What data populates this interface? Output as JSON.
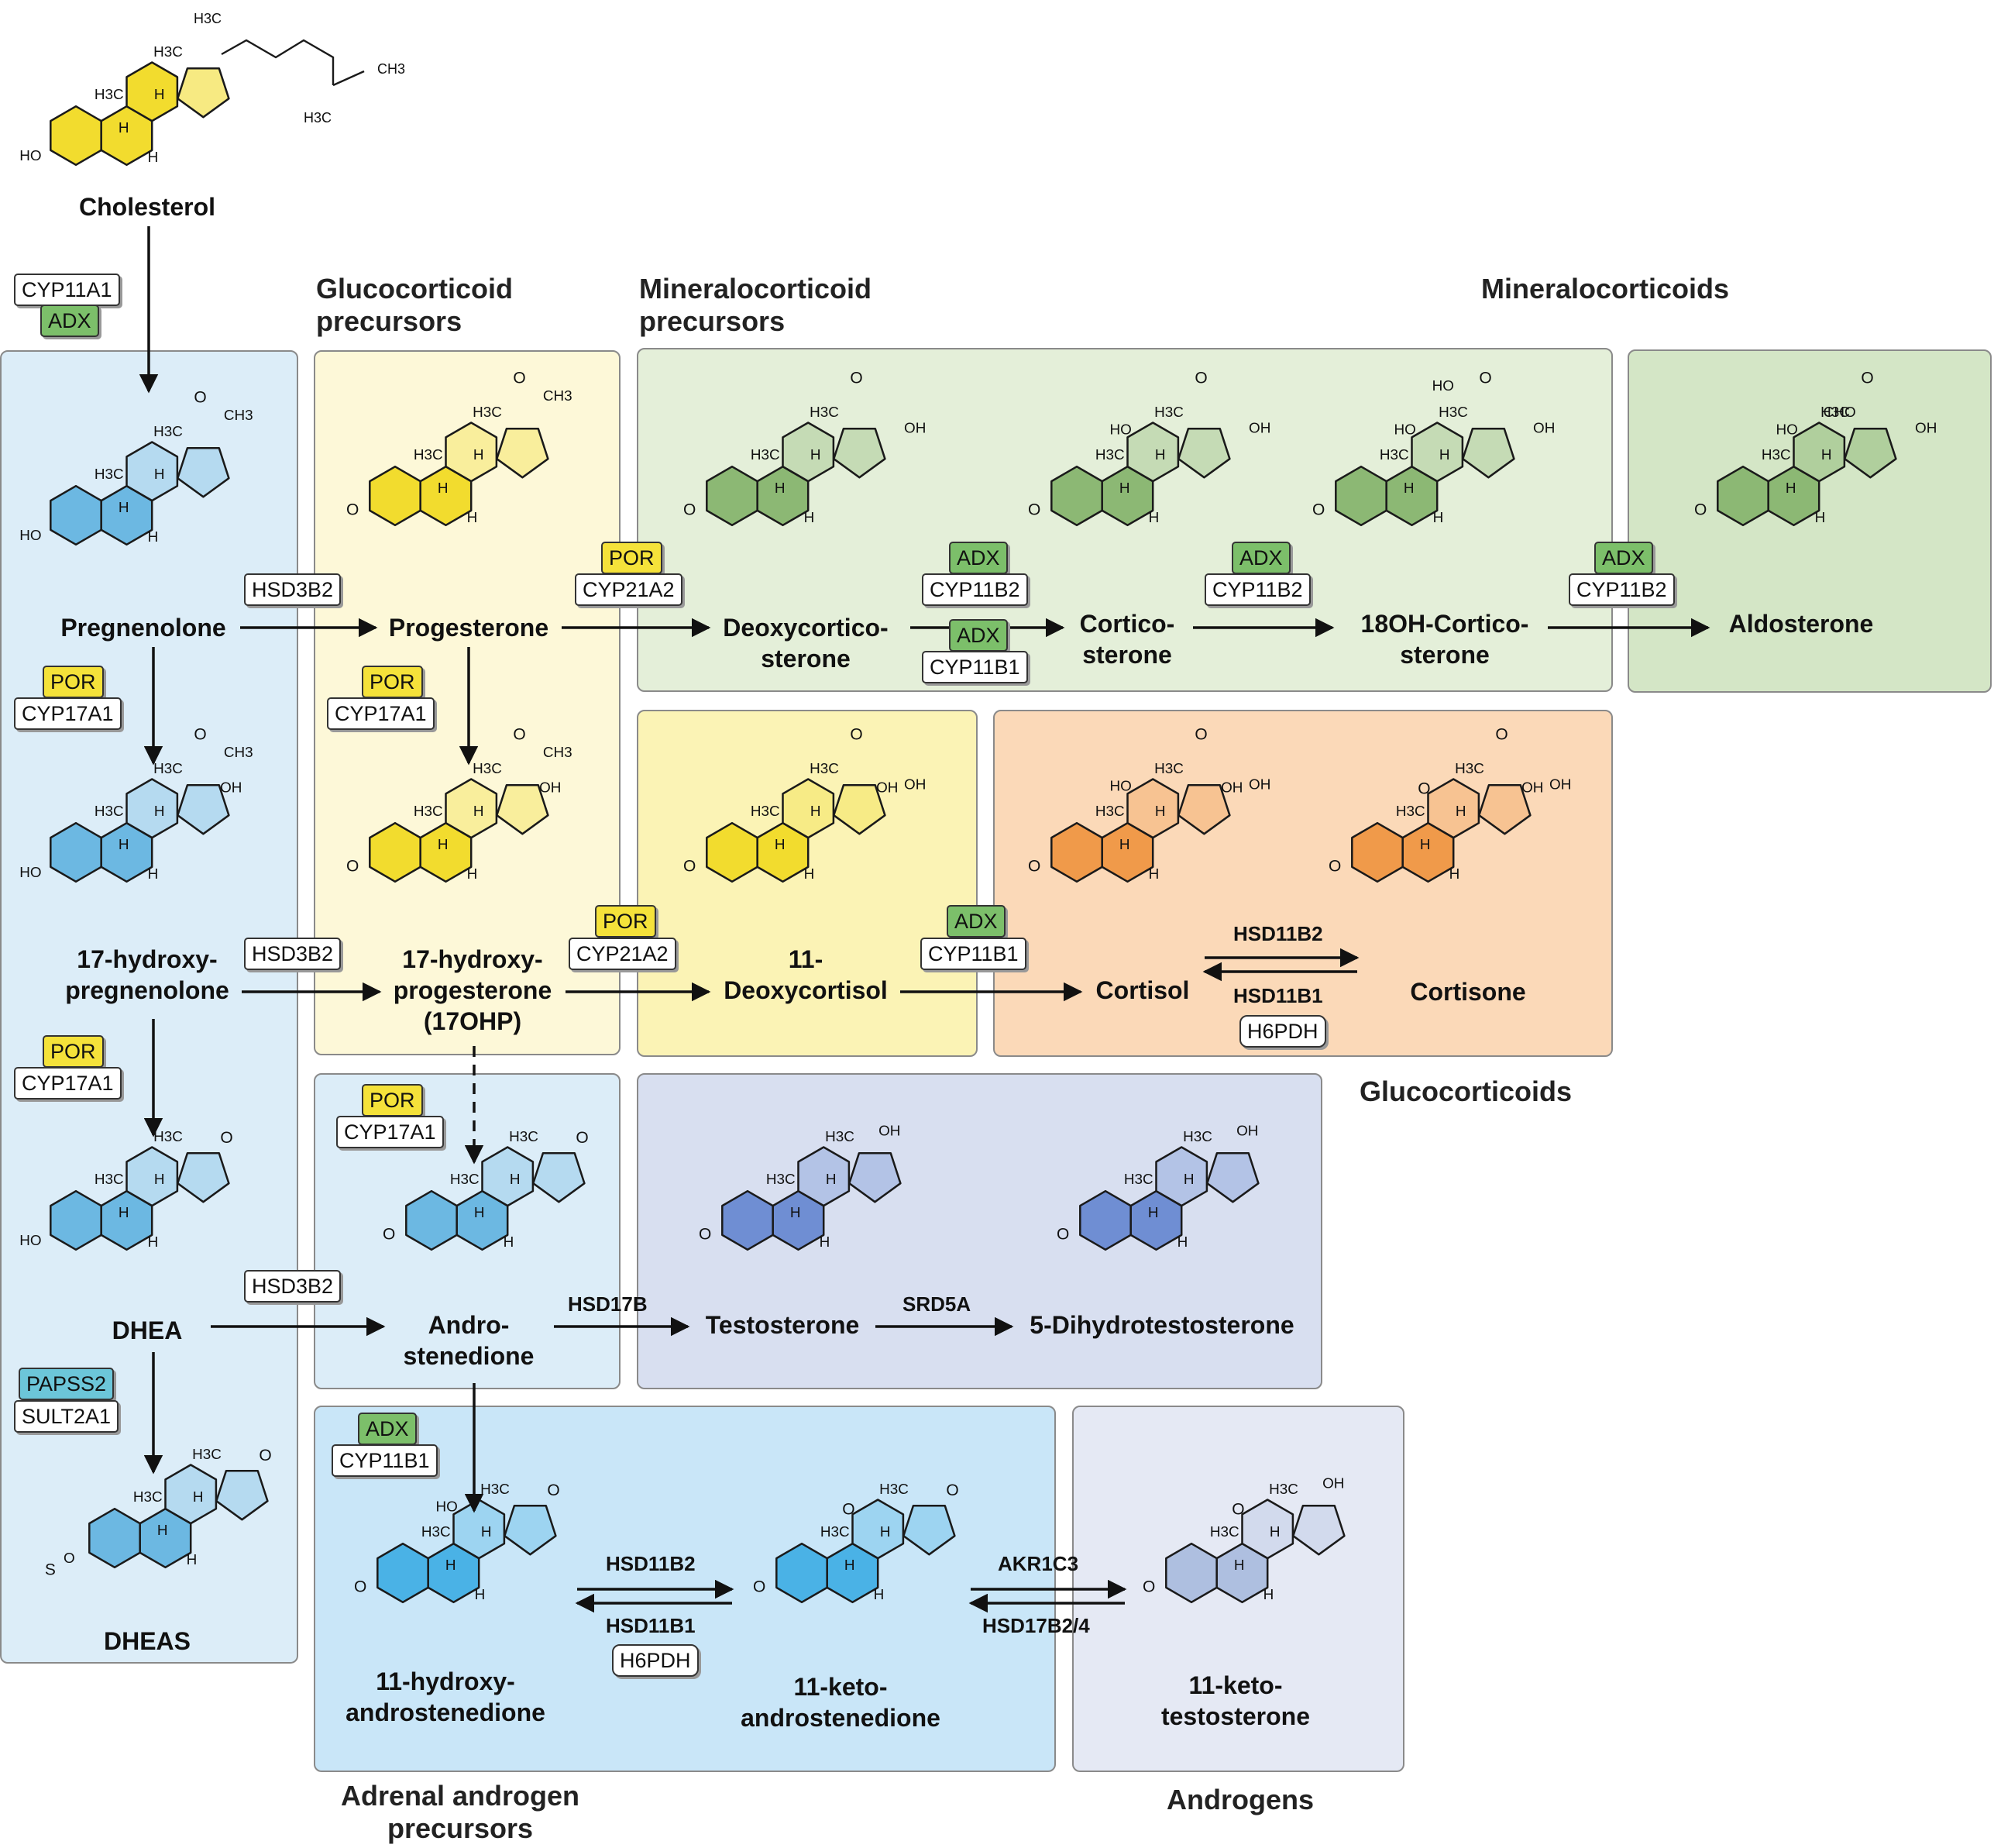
{
  "sections": {
    "glucocorticoid_precursors": [
      "Glucocorticoid",
      "precursors"
    ],
    "mineralocorticoid_precursors": [
      "Mineralocorticoid",
      "precursors"
    ],
    "mineralocorticoids": "Mineralocorticoids",
    "glucocorticoids": "Glucocorticoids",
    "adrenal_androgen_precursors": [
      "Adrenal androgen",
      "precursors"
    ],
    "androgens": "Androgens"
  },
  "compounds": {
    "cholesterol": [
      "Cholesterol"
    ],
    "pregnenolone": [
      "Pregnenolone"
    ],
    "progesterone": [
      "Progesterone"
    ],
    "deoxycorticosterone": [
      "Deoxycortico-",
      "sterone"
    ],
    "corticosterone": [
      "Cortico-",
      "sterone"
    ],
    "oh18_corticosterone": [
      "18OH-Cortico-",
      "sterone"
    ],
    "aldosterone": [
      "Aldosterone"
    ],
    "oh17_pregnenolone": [
      "17-hydroxy-",
      "pregnenolone"
    ],
    "oh17_progesterone": [
      "17-hydroxy-",
      "progesterone",
      "(17OHP)"
    ],
    "deoxycortisol": [
      "11-",
      "Deoxycortisol"
    ],
    "cortisol": [
      "Cortisol"
    ],
    "cortisone": [
      "Cortisone"
    ],
    "dhea": [
      "DHEA"
    ],
    "androstenedione": [
      "Andro-",
      "stenedione"
    ],
    "testosterone": [
      "Testosterone"
    ],
    "dht": [
      "5-Dihydrotestosterone"
    ],
    "dheas": [
      "DHEAS"
    ],
    "oh11_androstenedione": [
      "11-hydroxy-",
      "androstenedione"
    ],
    "keto11_androstenedione": [
      "11-keto-",
      "androstenedione"
    ],
    "keto11_testosterone": [
      "11-keto-",
      "testosterone"
    ]
  },
  "enzymes": {
    "cyp11a1": "CYP11A1",
    "adx": "ADX",
    "hsd3b2": "HSD3B2",
    "por": "POR",
    "cyp17a1": "CYP17A1",
    "cyp21a2": "CYP21A2",
    "cyp11b2": "CYP11B2",
    "cyp11b1": "CYP11B1",
    "hsd11b2": "HSD11B2",
    "hsd11b1": "HSD11B1",
    "h6pdh": "H6PDH",
    "hsd17b": "HSD17B",
    "srd5a": "SRD5A",
    "papss2": "PAPSS2",
    "sult2a1": "SULT2A1",
    "akr1c3": "AKR1C3",
    "hsd17b2_4": "HSD17B2/4"
  },
  "atoms": {
    "h3c": "H3C",
    "ch3": "CH3",
    "ho": "HO",
    "oh": "OH",
    "h": "H",
    "o": "O",
    "cho": "CHO",
    "s": "S"
  },
  "colors": {
    "blue_panel": "#dcedf8",
    "yellow_panel": "#fdf8d8",
    "green_panel": "#e4efd9",
    "green_panel_dark": "#d4e6c6",
    "yellow_panel_bright": "#fbf3b5",
    "orange_panel": "#fbd9b8",
    "periwinkle_panel": "#d8dff0",
    "sky_panel": "#c9e6f8",
    "lavender_panel": "#e5e9f4",
    "ring_yellow": "#f2dc2e",
    "ring_blue": "#6cb8e2",
    "ring_green": "#8cb874",
    "ring_orange": "#f09a4a",
    "ring_periwinkle": "#6f8ed3",
    "ring_sky": "#4ab2e6",
    "ring_lavender": "#aebfe0",
    "enzyme_green": "#7cbf6a",
    "enzyme_yellow": "#f5e23a",
    "enzyme_cyan": "#6cc6d9"
  }
}
